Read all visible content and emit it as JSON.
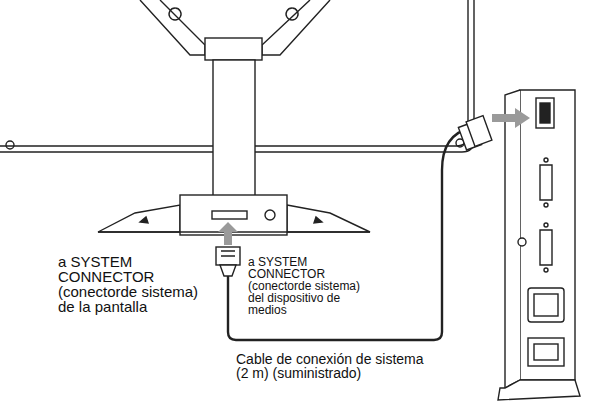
{
  "diagram": {
    "labels": [
      "a SYSTEM CONNECTOR (conectorde sistema) de la pantalla",
      "a SYSTEM CONNECTOR (conectorde sistema) del dispositivo de medios",
      "Cable de conexión de sistema (2 m) (suministrado)"
    ]
  }
}
